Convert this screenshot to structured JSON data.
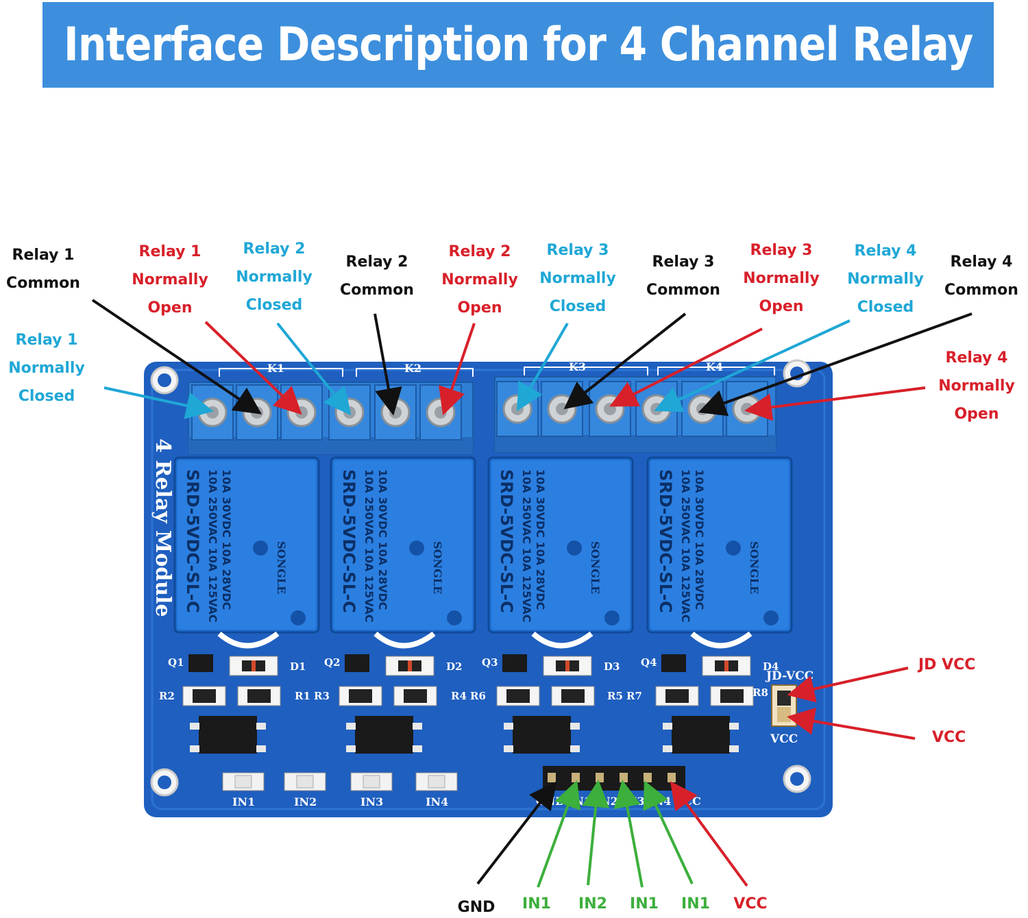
{
  "title": "Interface Description for 4 Channel Relay",
  "top_labels": [
    {
      "lines": [
        "Relay 1",
        "Common"
      ],
      "color": "black"
    },
    {
      "lines": [
        "Relay 1",
        "Normally",
        "Open"
      ],
      "color": "red"
    },
    {
      "lines": [
        "Relay 2",
        "Normally",
        "Closed"
      ],
      "color": "blue"
    },
    {
      "lines": [
        "Relay 2",
        "Common"
      ],
      "color": "black"
    },
    {
      "lines": [
        "Relay 2",
        "Normally",
        "Open"
      ],
      "color": "red"
    },
    {
      "lines": [
        "Relay 3",
        "Normally",
        "Closed"
      ],
      "color": "blue"
    },
    {
      "lines": [
        "Relay 3",
        "Common"
      ],
      "color": "black"
    },
    {
      "lines": [
        "Relay 3",
        "Normally",
        "Open"
      ],
      "color": "red"
    },
    {
      "lines": [
        "Relay 4",
        "Normally",
        "Closed"
      ],
      "color": "blue"
    },
    {
      "lines": [
        "Relay 4",
        "Common"
      ],
      "color": "black"
    }
  ],
  "side_labels": [
    {
      "lines": [
        "Relay 1",
        "Normally",
        "Closed"
      ],
      "color": "blue"
    },
    {
      "lines": [
        "Relay 4",
        "Normally",
        "Open"
      ],
      "color": "red"
    }
  ],
  "jumper_labels": {
    "jd_vcc": "JD VCC",
    "vcc": "VCC"
  },
  "bottom_labels": [
    "GND",
    "IN1",
    "IN2",
    "IN1",
    "IN1",
    "VCC"
  ],
  "board": {
    "module_text": "4 Relay Module",
    "relay_ids": [
      "K1",
      "K2",
      "K3",
      "K4"
    ],
    "relay_model": "SRD-5VDC-SL-C",
    "relay_rating_1": "10A 250VAC 10A 125VAC",
    "relay_rating_2": "10A 30VDC 10A 28VDC",
    "relay_brand": "SONGLE",
    "led_labels": [
      "IN1",
      "IN2",
      "IN3",
      "IN4"
    ],
    "header_pins": "GND IN1 IN2 IN3 IN4 VCC",
    "jumper_top": "JD-VCC",
    "jumper_bottom": "VCC",
    "transistors": [
      "Q1",
      "Q2",
      "Q3",
      "Q4"
    ],
    "diodes": [
      "D1",
      "D2",
      "D3",
      "D4"
    ],
    "resistors": [
      "R1",
      "R2",
      "R3",
      "R4",
      "R5",
      "R6",
      "R7",
      "R8"
    ]
  },
  "colors": {
    "black": "#111111",
    "red": "#d8202a",
    "blue": "#1fa7d6",
    "green": "#3caf3c",
    "banner": "#3d8fdd",
    "pcb": "#1f5fbf",
    "terminal": "#2f7fd6"
  }
}
